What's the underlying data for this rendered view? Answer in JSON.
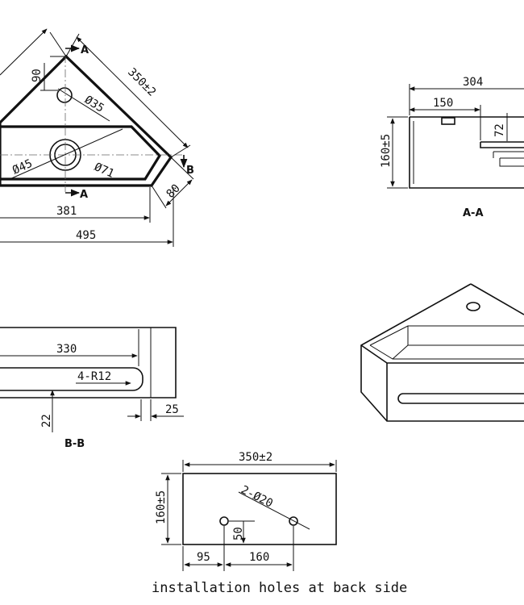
{
  "top_view": {
    "dim_side": "350±2",
    "dim_90": "90",
    "dim_d35": "Ø35",
    "dim_d45": "Ø45",
    "dim_d71": "Ø71",
    "dim_80": "80",
    "dim_381": "381",
    "dim_495": "495",
    "section_a_top": "A",
    "section_a_bottom": "A",
    "section_b": "B"
  },
  "section_aa": {
    "dim_304": "304",
    "dim_150": "150",
    "dim_72": "72",
    "dim_160": "160±5",
    "label": "A-A"
  },
  "section_bb": {
    "dim_330": "330",
    "dim_r12": "4-R12",
    "dim_22": "22",
    "dim_25": "25",
    "label": "B-B"
  },
  "back_view": {
    "dim_350": "350±2",
    "dim_160": "160±5",
    "dim_holes": "2-Ø20",
    "dim_50": "50",
    "dim_95": "95",
    "dim_160b": "160",
    "caption": "installation holes at back side"
  }
}
